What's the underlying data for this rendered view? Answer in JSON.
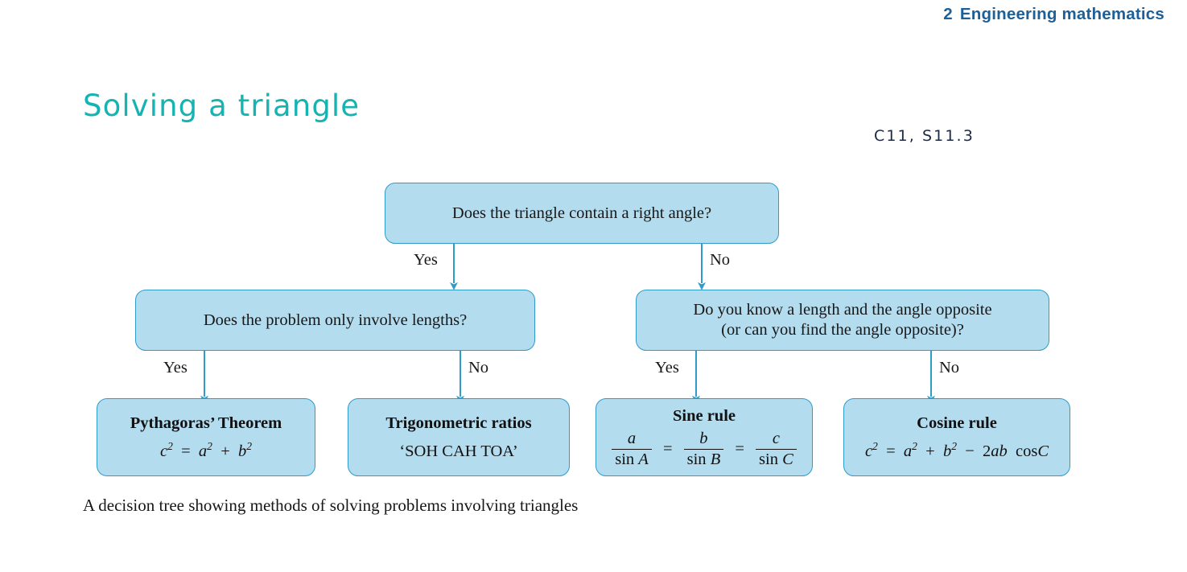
{
  "page": {
    "running_head": {
      "chapter_number": "2",
      "title": "Engineering mathematics"
    },
    "section_title": "Solving a triangle",
    "spec_reference": "C11, S11.3",
    "caption": "A decision tree showing methods of solving problems involving triangles"
  },
  "colors": {
    "accent_teal": "#16b3b3",
    "header_blue": "#1d5f96",
    "node_fill": "#b4dcef",
    "node_border": "#2e9bc9",
    "wire": "#2e9bc9",
    "text": "#171717"
  },
  "flowchart": {
    "root": {
      "text": "Does the triangle contain a right angle?"
    },
    "level2": [
      {
        "text": "Does the problem only involve lengths?"
      },
      {
        "line1": "Do you know a length and the angle opposite",
        "line2": "(or can you find the angle opposite)?"
      }
    ],
    "results": [
      {
        "title": "Pythagoras’ Theorem",
        "formula_plain": "c2 = a2 + b2"
      },
      {
        "title": "Trigonometric ratios",
        "formula_plain": "‘SOH CAH TOA’"
      },
      {
        "title": "Sine rule",
        "formula_plain": "a / sin A = b / sin B = c / sin C",
        "fraction_numerators": [
          "a",
          "b",
          "c"
        ],
        "fraction_denominators": [
          "sin A",
          "sin B",
          "sin C"
        ],
        "equals": [
          "=",
          "="
        ]
      },
      {
        "title": "Cosine rule",
        "formula_plain": "c2 = a2 + b2 − 2ab cosC"
      }
    ],
    "edge_labels": {
      "root_yes": "Yes",
      "root_no": "No",
      "left_yes": "Yes",
      "left_no": "No",
      "right_yes": "Yes",
      "right_no": "No"
    }
  }
}
